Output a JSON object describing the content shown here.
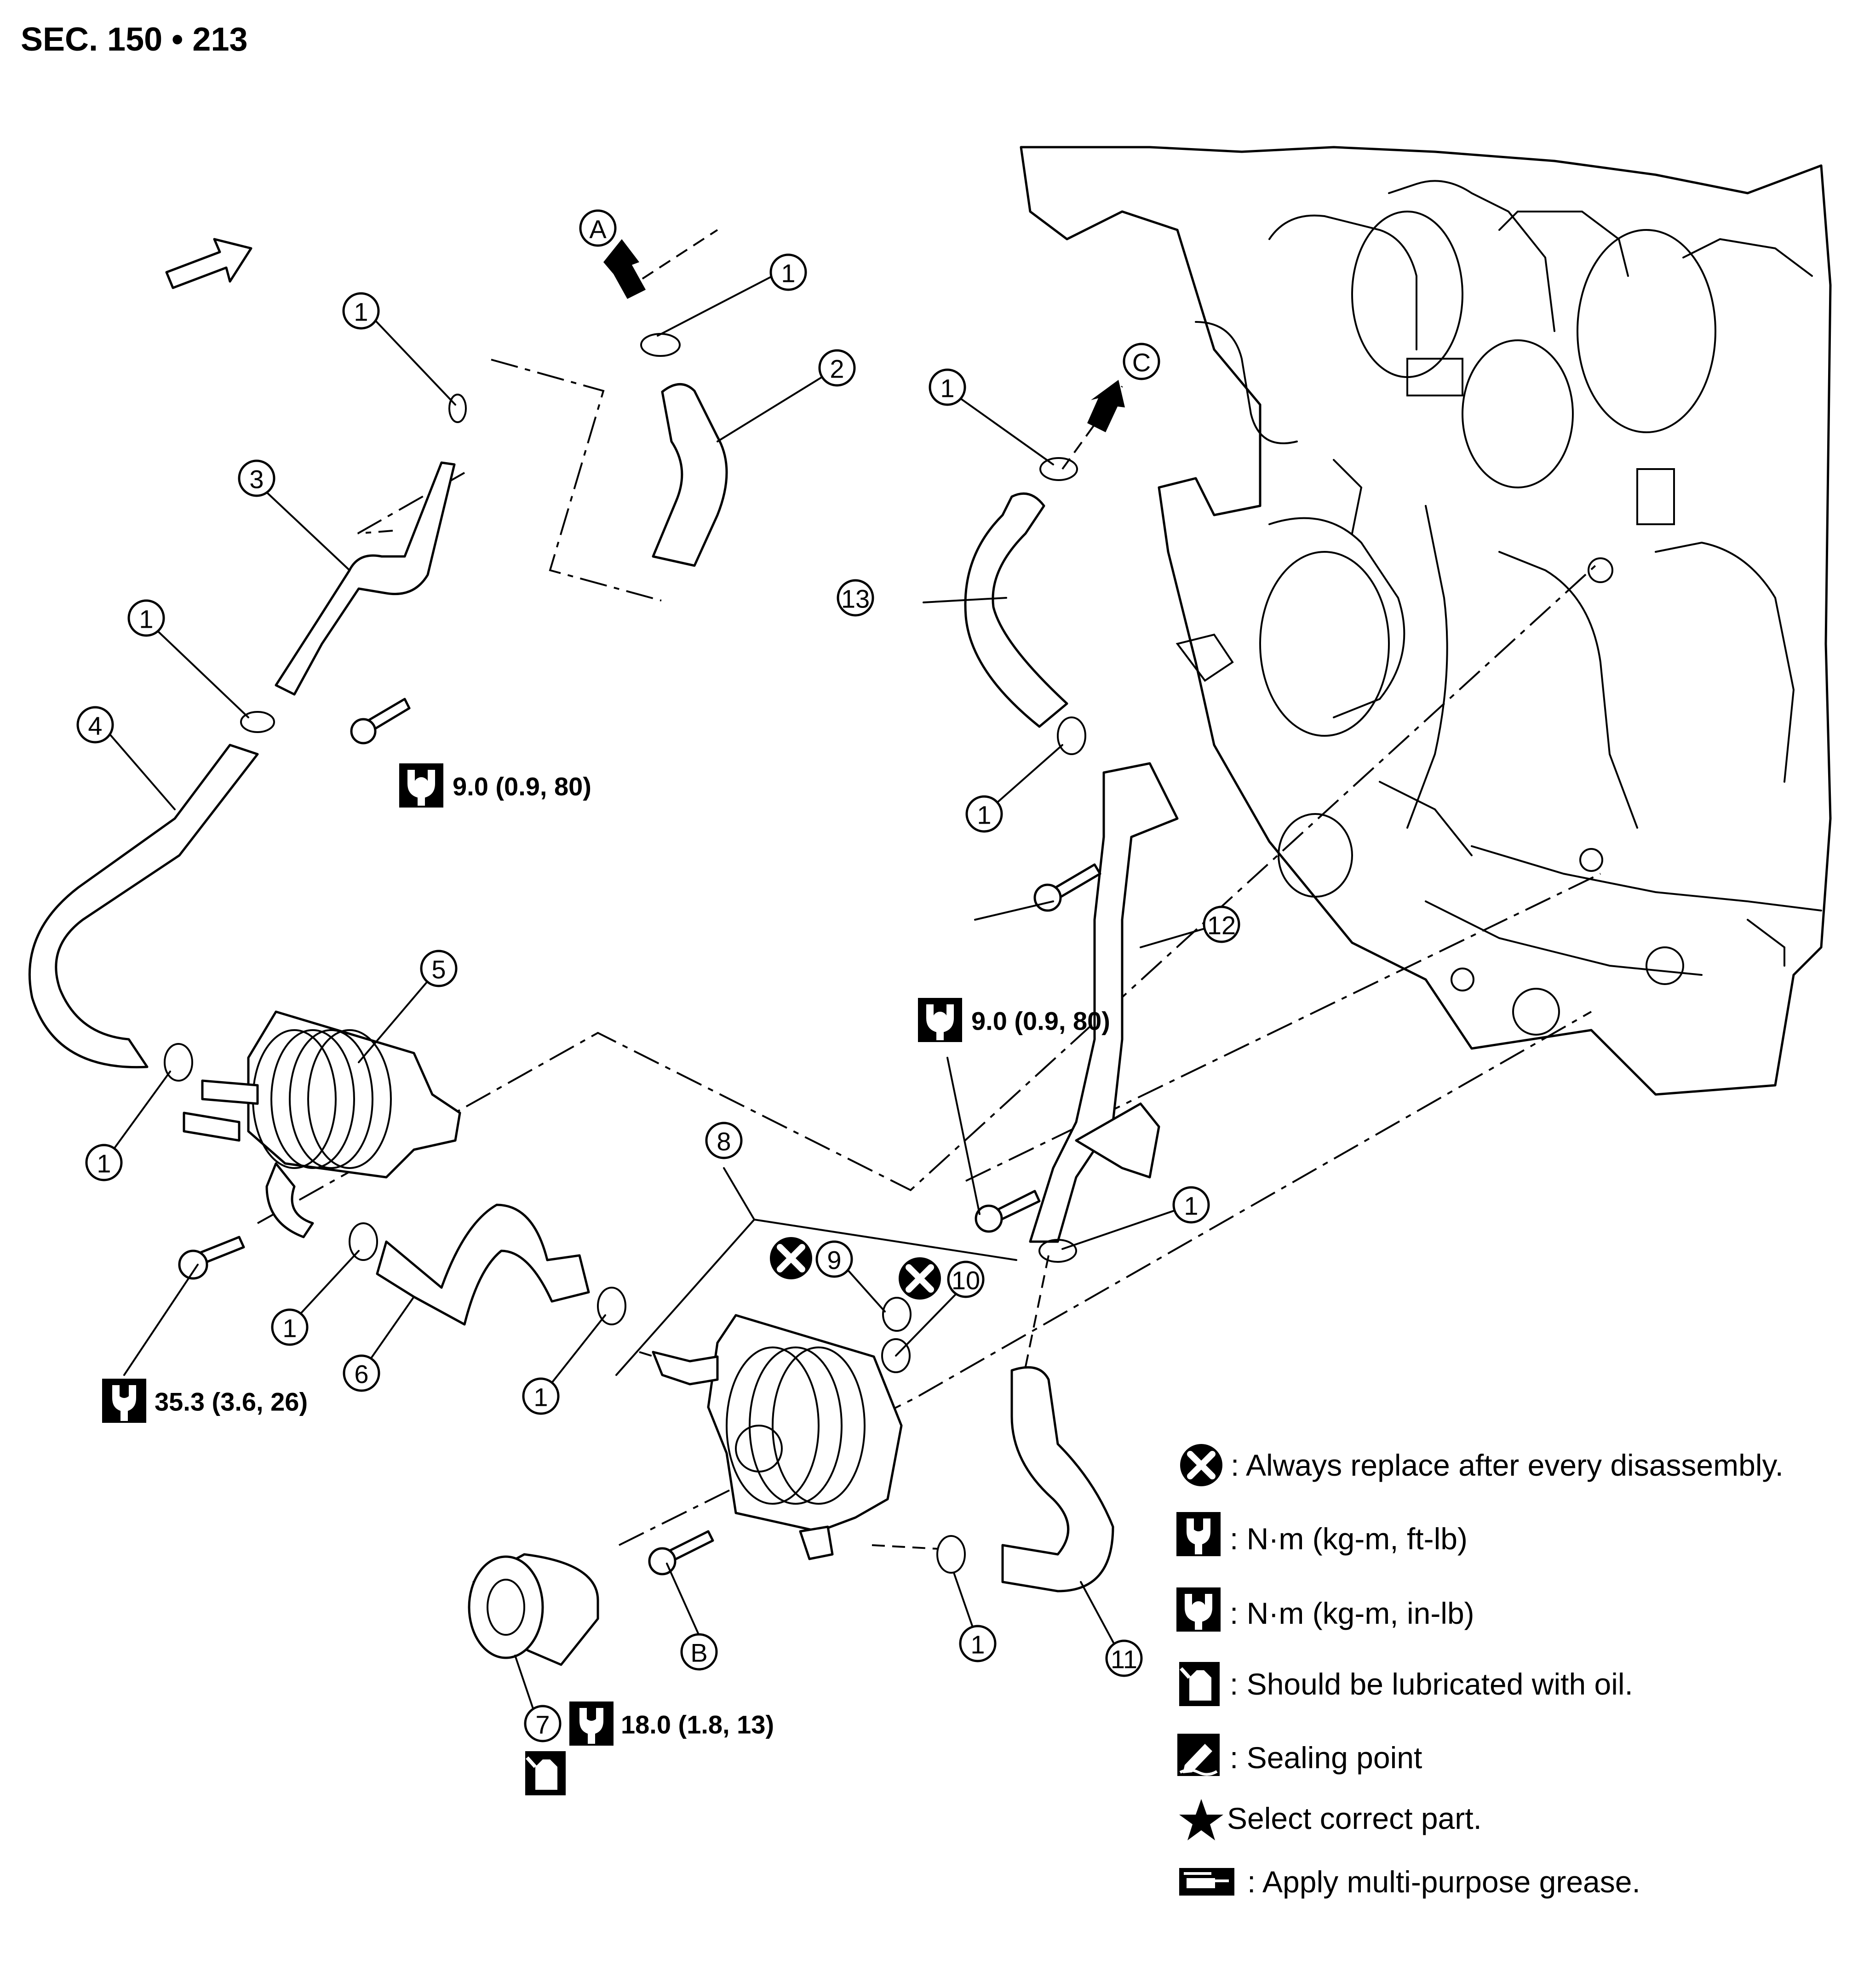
{
  "title": "SEC. 150 • 213",
  "callouts": [
    {
      "label": "1"
    },
    {
      "label": "1"
    },
    {
      "label": "1"
    },
    {
      "label": "1"
    },
    {
      "label": "1"
    },
    {
      "label": "1"
    },
    {
      "label": "1"
    },
    {
      "label": "1"
    },
    {
      "label": "1"
    },
    {
      "label": "1"
    },
    {
      "label": "2"
    },
    {
      "label": "3"
    },
    {
      "label": "4"
    },
    {
      "label": "5"
    },
    {
      "label": "6"
    },
    {
      "label": "7"
    },
    {
      "label": "8"
    },
    {
      "label": "9"
    },
    {
      "label": "10"
    },
    {
      "label": "11"
    },
    {
      "label": "12"
    },
    {
      "label": "13"
    },
    {
      "label": "A"
    },
    {
      "label": "B"
    },
    {
      "label": "C"
    }
  ],
  "torques": [
    {
      "value": "9.0 (0.9, 80)",
      "icon": "torque-in-lb-icon"
    },
    {
      "value": "9.0 (0.9, 80)",
      "icon": "torque-in-lb-icon"
    },
    {
      "value": "35.3 (3.6, 26)",
      "icon": "torque-ft-lb-icon"
    },
    {
      "value": "18.0 (1.8, 13)",
      "icon": "torque-ft-lb-icon"
    }
  ],
  "legend": [
    {
      "icon": "always-replace-icon",
      "text": ": Always replace after every disassembly."
    },
    {
      "icon": "torque-ft-lb-icon",
      "text": ": N·m (kg-m, ft-lb)"
    },
    {
      "icon": "torque-in-lb-icon",
      "text": ": N·m (kg-m, in-lb)"
    },
    {
      "icon": "oil-can-icon",
      "text": ": Should be lubricated with oil."
    },
    {
      "icon": "sealing-point-icon",
      "text": ": Sealing point"
    },
    {
      "icon": "star-icon",
      "text": "Select correct part."
    },
    {
      "icon": "grease-icon",
      "text": ": Apply multi-purpose grease."
    }
  ]
}
